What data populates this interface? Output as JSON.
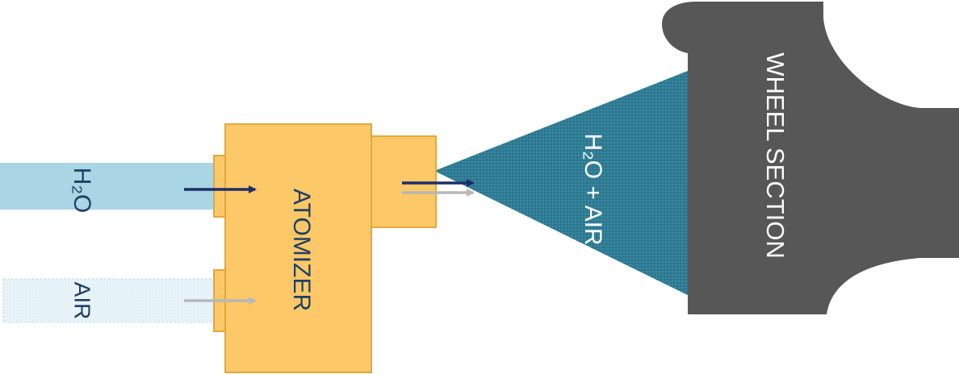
{
  "labels": {
    "h2o_inlet": "H₂O",
    "air_inlet": "AIR",
    "atomizer": "ATOMIZER",
    "spray": "H₂O + AIR",
    "wheel": "WHEEL SECTION"
  },
  "colors": {
    "water_pipe": "#a9d5e4",
    "air_pipe": "#e4f1f7",
    "atomizer_fill": "#fdc867",
    "atomizer_stroke": "#e4a83a",
    "spray": "#2f7d95",
    "wheel": "#575757",
    "arrow_dark": "#1c2f6b",
    "arrow_light": "#b7b7b7"
  }
}
